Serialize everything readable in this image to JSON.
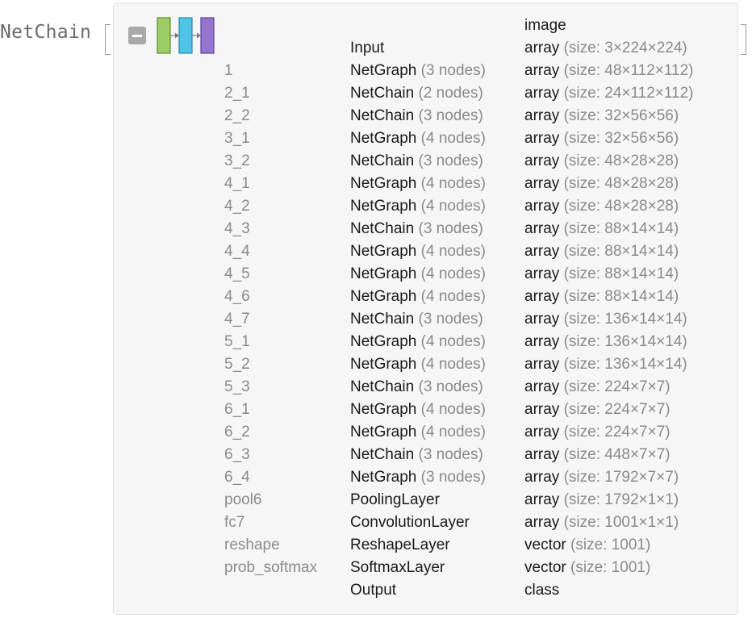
{
  "head": "NetChain",
  "input_encoder_label": "image",
  "colors": {
    "panel_bg": "#f6f6f6",
    "label_gray": "#8a8a8a",
    "text": "#1a1a1a",
    "icon_green": "#9ccc65",
    "icon_blue": "#4fc3e8",
    "icon_purple": "#9575cd"
  },
  "icons": {
    "collapse": "minus-icon",
    "chain": "net-chain-icon"
  },
  "rows": [
    {
      "name": "",
      "type": "Input",
      "type_detail": "",
      "port": "array",
      "port_detail": "(size: 3×224×224)"
    },
    {
      "name": "1",
      "type": "NetGraph",
      "type_detail": "(3 nodes)",
      "port": "array",
      "port_detail": "(size: 48×112×112)"
    },
    {
      "name": "2_1",
      "type": "NetChain",
      "type_detail": "(2 nodes)",
      "port": "array",
      "port_detail": "(size: 24×112×112)"
    },
    {
      "name": "2_2",
      "type": "NetChain",
      "type_detail": "(3 nodes)",
      "port": "array",
      "port_detail": "(size: 32×56×56)"
    },
    {
      "name": "3_1",
      "type": "NetGraph",
      "type_detail": "(4 nodes)",
      "port": "array",
      "port_detail": "(size: 32×56×56)"
    },
    {
      "name": "3_2",
      "type": "NetChain",
      "type_detail": "(3 nodes)",
      "port": "array",
      "port_detail": "(size: 48×28×28)"
    },
    {
      "name": "4_1",
      "type": "NetGraph",
      "type_detail": "(4 nodes)",
      "port": "array",
      "port_detail": "(size: 48×28×28)"
    },
    {
      "name": "4_2",
      "type": "NetGraph",
      "type_detail": "(4 nodes)",
      "port": "array",
      "port_detail": "(size: 48×28×28)"
    },
    {
      "name": "4_3",
      "type": "NetChain",
      "type_detail": "(3 nodes)",
      "port": "array",
      "port_detail": "(size: 88×14×14)"
    },
    {
      "name": "4_4",
      "type": "NetGraph",
      "type_detail": "(4 nodes)",
      "port": "array",
      "port_detail": "(size: 88×14×14)"
    },
    {
      "name": "4_5",
      "type": "NetGraph",
      "type_detail": "(4 nodes)",
      "port": "array",
      "port_detail": "(size: 88×14×14)"
    },
    {
      "name": "4_6",
      "type": "NetGraph",
      "type_detail": "(4 nodes)",
      "port": "array",
      "port_detail": "(size: 88×14×14)"
    },
    {
      "name": "4_7",
      "type": "NetChain",
      "type_detail": "(3 nodes)",
      "port": "array",
      "port_detail": "(size: 136×14×14)"
    },
    {
      "name": "5_1",
      "type": "NetGraph",
      "type_detail": "(4 nodes)",
      "port": "array",
      "port_detail": "(size: 136×14×14)"
    },
    {
      "name": "5_2",
      "type": "NetGraph",
      "type_detail": "(4 nodes)",
      "port": "array",
      "port_detail": "(size: 136×14×14)"
    },
    {
      "name": "5_3",
      "type": "NetChain",
      "type_detail": "(3 nodes)",
      "port": "array",
      "port_detail": "(size: 224×7×7)"
    },
    {
      "name": "6_1",
      "type": "NetGraph",
      "type_detail": "(4 nodes)",
      "port": "array",
      "port_detail": "(size: 224×7×7)"
    },
    {
      "name": "6_2",
      "type": "NetGraph",
      "type_detail": "(4 nodes)",
      "port": "array",
      "port_detail": "(size: 224×7×7)"
    },
    {
      "name": "6_3",
      "type": "NetChain",
      "type_detail": "(3 nodes)",
      "port": "array",
      "port_detail": "(size: 448×7×7)"
    },
    {
      "name": "6_4",
      "type": "NetGraph",
      "type_detail": "(3 nodes)",
      "port": "array",
      "port_detail": "(size: 1792×7×7)"
    },
    {
      "name": "pool6",
      "type": "PoolingLayer",
      "type_detail": "",
      "port": "array",
      "port_detail": "(size: 1792×1×1)"
    },
    {
      "name": "fc7",
      "type": "ConvolutionLayer",
      "type_detail": "",
      "port": "array",
      "port_detail": "(size: 1001×1×1)"
    },
    {
      "name": "reshape",
      "type": "ReshapeLayer",
      "type_detail": "",
      "port": "vector",
      "port_detail": "(size: 1001)"
    },
    {
      "name": "prob_softmax",
      "type": "SoftmaxLayer",
      "type_detail": "",
      "port": "vector",
      "port_detail": "(size: 1001)"
    },
    {
      "name": "",
      "type": "Output",
      "type_detail": "",
      "port": "class",
      "port_detail": ""
    }
  ]
}
